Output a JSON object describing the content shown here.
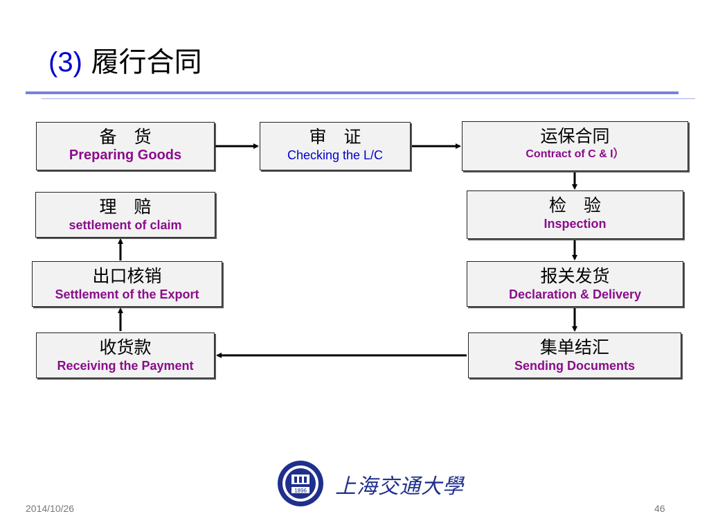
{
  "slide": {
    "title_num": "(3)",
    "title_text": " 履行合同",
    "date": "2014/10/26",
    "page": "46",
    "logo_text": "上海交通大學",
    "logo_year": "1896"
  },
  "steps": {
    "prepare": {
      "cn": "备　货",
      "en": "Preparing Goods"
    },
    "check": {
      "cn": "审　证",
      "en": "Checking the L/C"
    },
    "contract": {
      "cn": "运保合同",
      "en": "Contract of C & I）"
    },
    "inspect": {
      "cn": "检　验",
      "en": "Inspection"
    },
    "declare": {
      "cn": "报关发货",
      "en": "Declaration & Delivery"
    },
    "documents": {
      "cn": "集单结汇",
      "en": "Sending Documents"
    },
    "payment": {
      "cn": "收货款",
      "en": "Receiving the Payment"
    },
    "export": {
      "cn": "出口核销",
      "en": "Settlement of the Export"
    },
    "claim": {
      "cn": "理　赔",
      "en": "settlement of claim"
    }
  },
  "colors": {
    "title_accent": "#0000cc",
    "english_text": "#8b0c8b",
    "english_blue": "#0000cc",
    "rule": "#7b7fe0"
  }
}
